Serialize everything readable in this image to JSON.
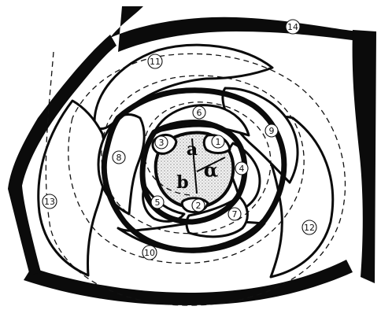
{
  "diagram": {
    "labels": [
      "1",
      "2",
      "3",
      "4",
      "5",
      "6",
      "7",
      "8",
      "9",
      "10",
      "11",
      "12",
      "13",
      "14"
    ],
    "center": {
      "a": "a",
      "b": "b",
      "alpha": "α"
    }
  }
}
